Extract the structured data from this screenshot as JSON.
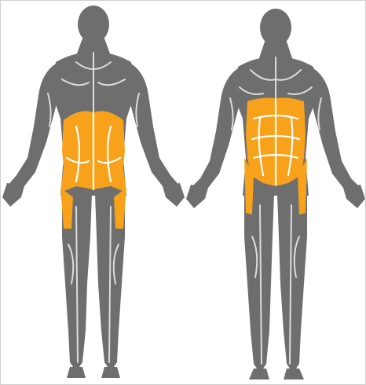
{
  "figure": {
    "views": [
      {
        "view": "back",
        "highlighted_muscles": [
          "latissimus-dorsi",
          "erector-spinae",
          "lower-back"
        ]
      },
      {
        "view": "front",
        "highlighted_muscles": [
          "rectus-abdominis",
          "obliques"
        ]
      }
    ],
    "colors": {
      "body": "#6e6e6e",
      "outline": "#dcdcdc",
      "highlight": "#f7a21a",
      "background": "#ffffff"
    }
  }
}
